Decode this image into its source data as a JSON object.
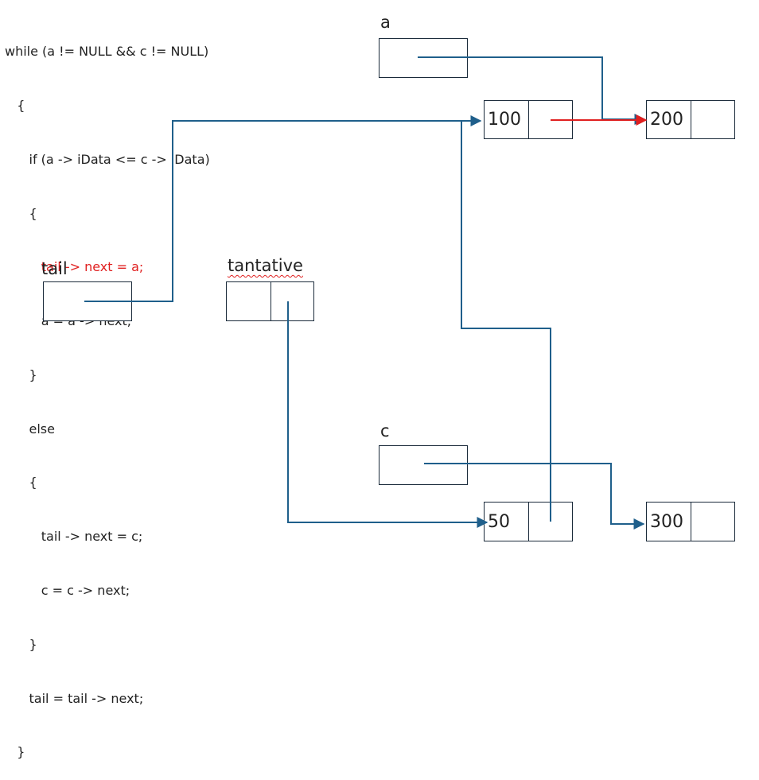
{
  "code": {
    "lines": [
      "while (a != NULL && c != NULL)",
      "   {",
      "      if (a -> iData <= c -> iData)",
      "      {",
      "         tail -> next = a;",
      "         a = a -> next;",
      "      }",
      "      else",
      "      {",
      "         tail -> next = c;",
      "         c = c -> next;",
      "      }",
      "      tail = tail -> next;",
      "   }"
    ],
    "highlight_color": "#e02020"
  },
  "labels": {
    "a": "a",
    "c": "c",
    "tail": "tail",
    "tantative": "tantative"
  },
  "nodes": {
    "n100": "100",
    "n200": "200",
    "n50": "50",
    "n300": "300"
  },
  "colors": {
    "pointer": "#1f5f8b",
    "highlight_pointer": "#e02020",
    "box_border": "#1a2a3a"
  }
}
